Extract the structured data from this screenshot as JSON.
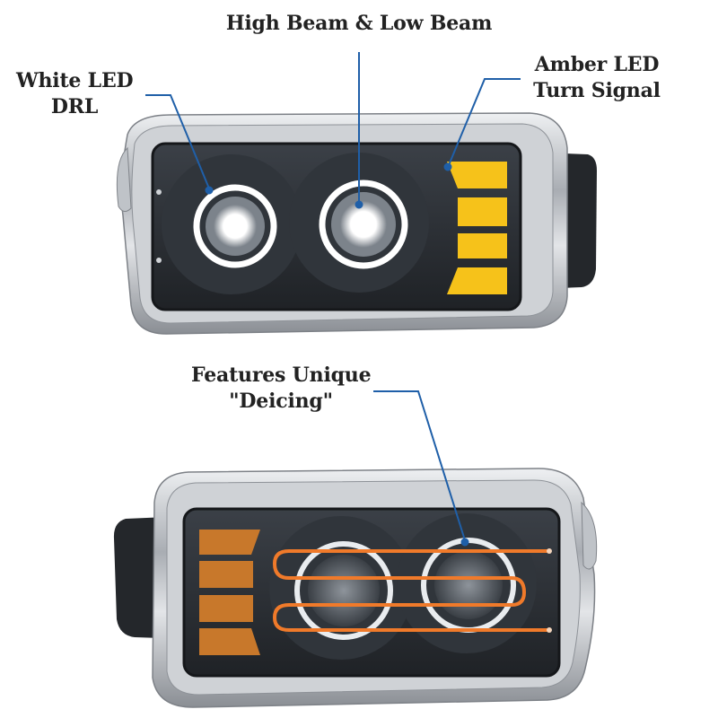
{
  "labels": {
    "beams": "High Beam & Low Beam",
    "drl_line1": "White LED",
    "drl_line2": "DRL",
    "amber_line1": "Amber LED",
    "amber_line2": "Turn Signal",
    "deice_line1": "Features Unique",
    "deice_line2": "\"Deicing\""
  },
  "colors": {
    "callout_line": "#1f5fa8",
    "chrome": "#b8bcc2",
    "lens": "#2b2f35",
    "amber_led": "#f6c21a",
    "amber_dim": "#d7862a",
    "heater_wire": "#f07a2a",
    "drl_ring": "#ffffff"
  }
}
